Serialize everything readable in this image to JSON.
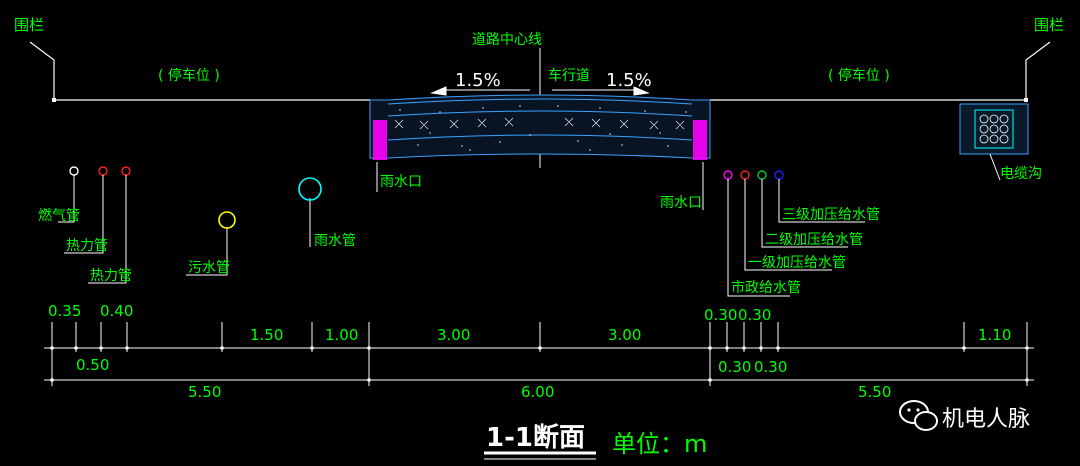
{
  "labels": {
    "fence_left": "围栏",
    "fence_right": "围栏",
    "parking_left": "( 停车位 )",
    "parking_right": "( 停车位 )",
    "centerline": "道路中心线",
    "carriageway": "车行道",
    "slope_left": "1.5%",
    "slope_right": "1.5%",
    "inlet_left": "雨水口",
    "inlet_right": "雨水口",
    "cable_trench": "电缆沟",
    "gas_pipe": "燃气管",
    "heat_pipe_1": "热力管",
    "heat_pipe_2": "热力管",
    "sewage_pipe": "污水管",
    "storm_pipe": "雨水管",
    "water_main_3": "三级加压给水管",
    "water_main_2": "二级加压给水管",
    "water_main_1": "一级加压给水管",
    "water_main_city": "市政给水管"
  },
  "dimensions": {
    "d035": "0.35",
    "d040": "0.40",
    "d050": "0.50",
    "d150": "1.50",
    "d100": "1.00",
    "d300a": "3.00",
    "d300b": "3.00",
    "d030a": "0.30",
    "d030b": "0.30",
    "d030c": "0.30",
    "d030d": "0.30",
    "d110": "1.10",
    "d550a": "5.50",
    "d600": "6.00",
    "d550b": "5.50"
  },
  "footer": {
    "section_title": "1-1断面",
    "unit": "单位：m",
    "watermark": "机电人脉"
  },
  "colors": {
    "background": "#000000",
    "lines": "#ffffff",
    "labels": "#00ff00",
    "dimensions": "#00ff00",
    "gas": "#ffffff",
    "heat": "#ff2020",
    "sewage": "#ffff00",
    "storm": "#00ffff",
    "water_city": "#ff00ff",
    "water_1": "#ff2020",
    "water_2": "#00cc33",
    "water_3": "#2020ff",
    "pavement": "#3aa0ff",
    "curb": "#ff00ff"
  }
}
